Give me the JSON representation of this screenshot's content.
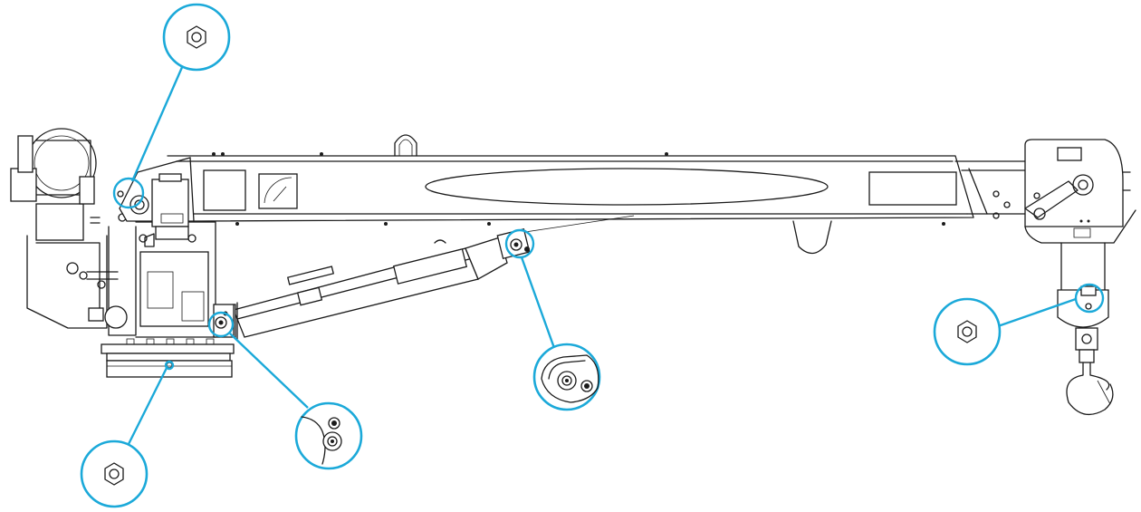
{
  "diagram": {
    "accent_color": "#1BA9D9",
    "line_color": "#1A1A1A",
    "background": "#FFFFFF",
    "callouts": [
      {
        "id": "boom-pivot-grease-point",
        "icon": "hex-nut-icon"
      },
      {
        "id": "base-mount-grease-point",
        "icon": "hex-nut-icon"
      },
      {
        "id": "cylinder-base-grease-point",
        "icon": "grease-fitting-icon"
      },
      {
        "id": "cylinder-rod-grease-point",
        "icon": "grease-fitting-icon"
      },
      {
        "id": "hook-block-grease-point",
        "icon": "hex-nut-icon"
      }
    ]
  }
}
